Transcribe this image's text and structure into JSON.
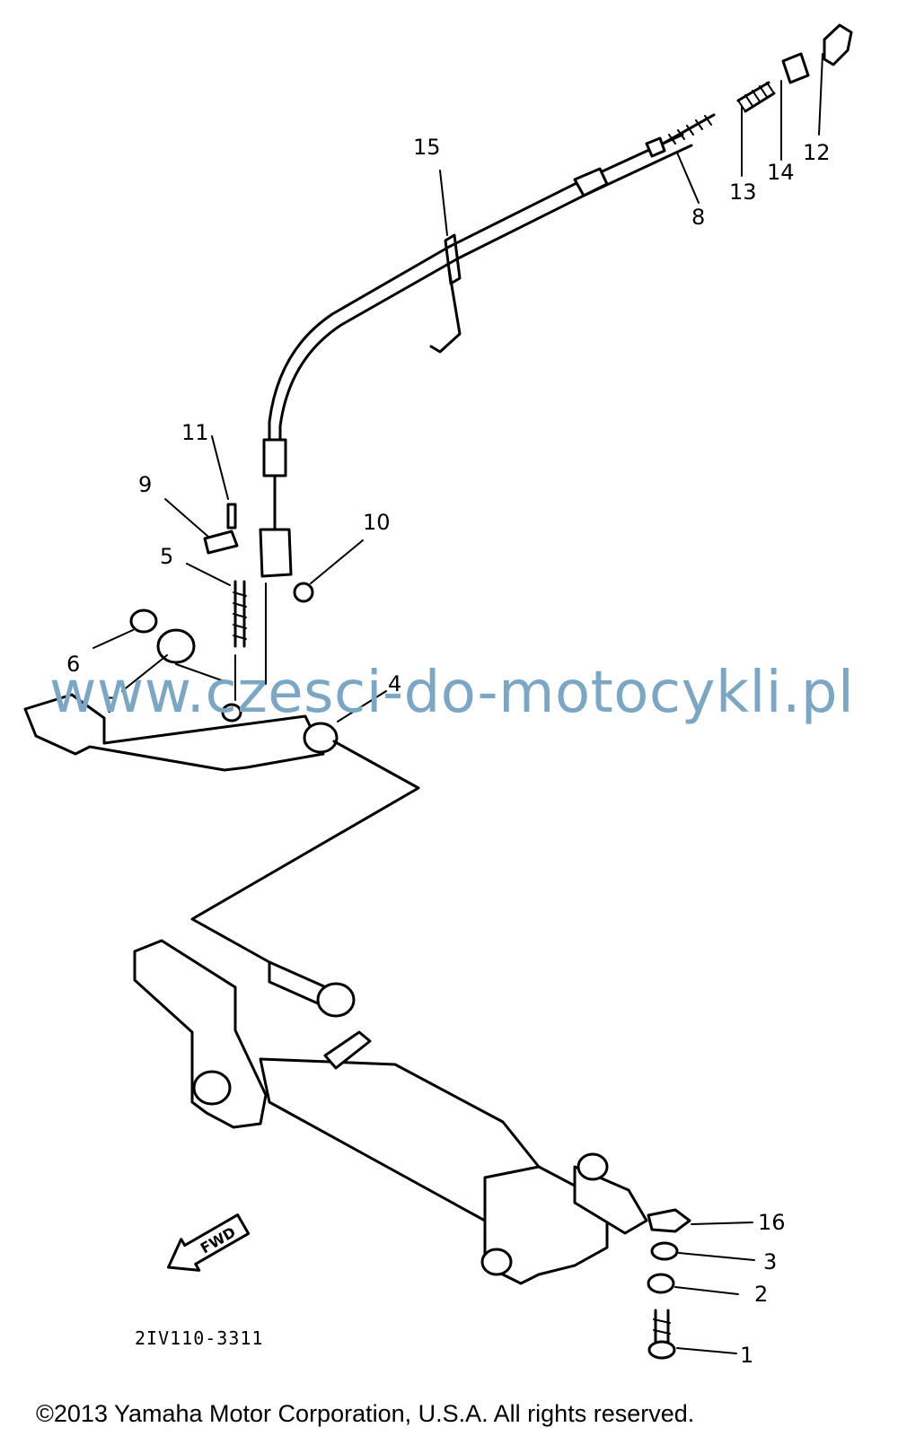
{
  "callouts": [
    {
      "id": "1",
      "label": "1"
    },
    {
      "id": "2",
      "label": "2"
    },
    {
      "id": "3",
      "label": "3"
    },
    {
      "id": "4",
      "label": "4"
    },
    {
      "id": "5",
      "label": "5"
    },
    {
      "id": "6",
      "label": "6"
    },
    {
      "id": "7",
      "label": "7"
    },
    {
      "id": "8",
      "label": "8"
    },
    {
      "id": "9",
      "label": "9"
    },
    {
      "id": "10",
      "label": "10"
    },
    {
      "id": "11",
      "label": "11"
    },
    {
      "id": "12",
      "label": "12"
    },
    {
      "id": "13",
      "label": "13"
    },
    {
      "id": "14",
      "label": "14"
    },
    {
      "id": "15",
      "label": "15"
    },
    {
      "id": "16",
      "label": "16"
    }
  ],
  "fwd_label": "FWD",
  "drawing_code": "2IV110-3311",
  "watermark": "www.czesci-do-motocykli.pl",
  "copyright": "©2013 Yamaha Motor Corporation, U.S.A. All rights reserved."
}
